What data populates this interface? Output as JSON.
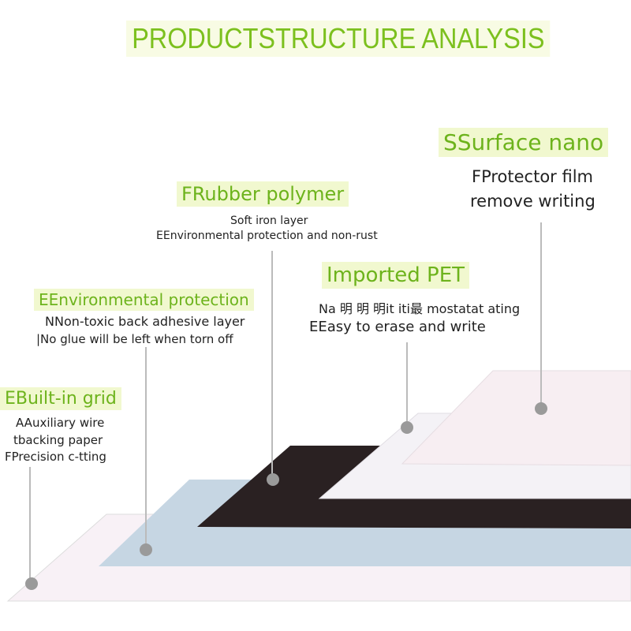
{
  "title": "PRODUCTSTRUCTURE ANALYSIS",
  "layers": [
    {
      "heading": "SSurface nano",
      "lines": [
        "FProtector film",
        "remove writing"
      ]
    },
    {
      "heading": "FRubber polymer",
      "lines": [
        "Soft iron layer",
        "EEnvironmental protection and non-rust"
      ]
    },
    {
      "heading": "Imported PET",
      "lines": [
        "Na 明 明 明it iti最 mostatat ating",
        "EEasy to erase and write"
      ]
    },
    {
      "heading": "EEnvironmental protection",
      "lines": [
        "NNon-toxic back adhesive layer",
        "|No glue will be left when torn off"
      ]
    },
    {
      "heading": "EBuilt-in grid",
      "lines": [
        "AAuxiliary wire",
        "tbacking paper",
        "FPrecision c-tting"
      ]
    }
  ]
}
